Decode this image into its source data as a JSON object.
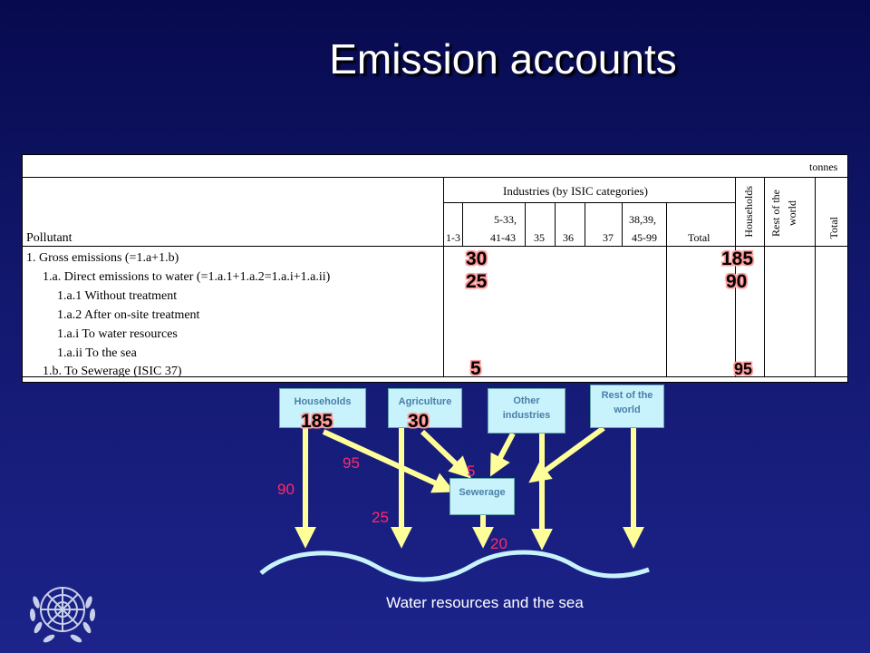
{
  "title": "Emission accounts",
  "table": {
    "unit": "tonnes",
    "industries_header": "Industries (by ISIC categories)",
    "pollutant_header": "Pollutant",
    "columns": [
      "1-3",
      "5-33,",
      "41-43",
      "35",
      "36",
      "37",
      "38,39,",
      "45-99",
      "Total"
    ],
    "side_columns": [
      "Households",
      "Rest of the",
      "world",
      "Total"
    ],
    "rows": [
      "1. Gross emissions (=1.a+1.b)",
      "1.a.  Direct emissions to water  (=1.a.1+1.a.2=1.a.i+1.a.ii)",
      "1.a.1 Without treatment",
      "1.a.2 After on-site treatment",
      "1.a.i To water resources",
      "1.a.ii To the sea",
      "1.b.  To Sewerage (ISIC 37)"
    ],
    "values": {
      "agri_gross": "30",
      "agri_direct": "25",
      "agri_sewer": "5",
      "hh_gross": "185",
      "hh_direct": "90",
      "hh_sewer": "95"
    }
  },
  "diagram": {
    "households": "Households",
    "households_value": "185",
    "agriculture": "Agriculture",
    "agriculture_value": "30",
    "other_industries": "Other industries",
    "rest_of_world": "Rest of the world",
    "sewerage": "Sewerage",
    "flows": {
      "hh_to_sewer": "95",
      "hh_to_water": "90",
      "agri_to_sewer": "5",
      "agri_to_water": "25",
      "sewer_to_water": "20"
    },
    "water_label": "Water resources and the sea"
  },
  "colors": {
    "arrow": "#ffff99",
    "box": "#c9f3fc",
    "wave": "#c9f3fc",
    "flow_text": "#ff2a6a"
  },
  "logo_icon": "un-emblem-icon"
}
